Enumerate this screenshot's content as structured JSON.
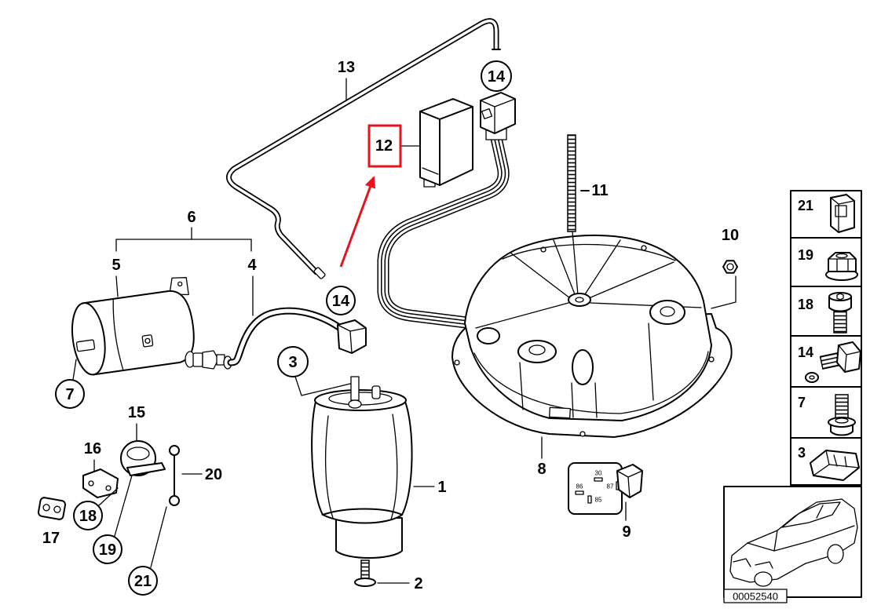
{
  "diagram": {
    "callouts": [
      "13",
      "14",
      "12",
      "11",
      "6",
      "5",
      "4",
      "14",
      "10",
      "3",
      "7",
      "15",
      "16",
      "20",
      "1",
      "8",
      "9",
      "18",
      "17",
      "19",
      "21",
      "2"
    ],
    "relay_pins": [
      "30",
      "86",
      "87",
      "85"
    ],
    "legend": [
      "21",
      "19",
      "18",
      "14",
      "7",
      "3"
    ],
    "diagram_id": "00052540"
  },
  "colors": {
    "highlight": "#e8141b",
    "line": "#000000"
  }
}
